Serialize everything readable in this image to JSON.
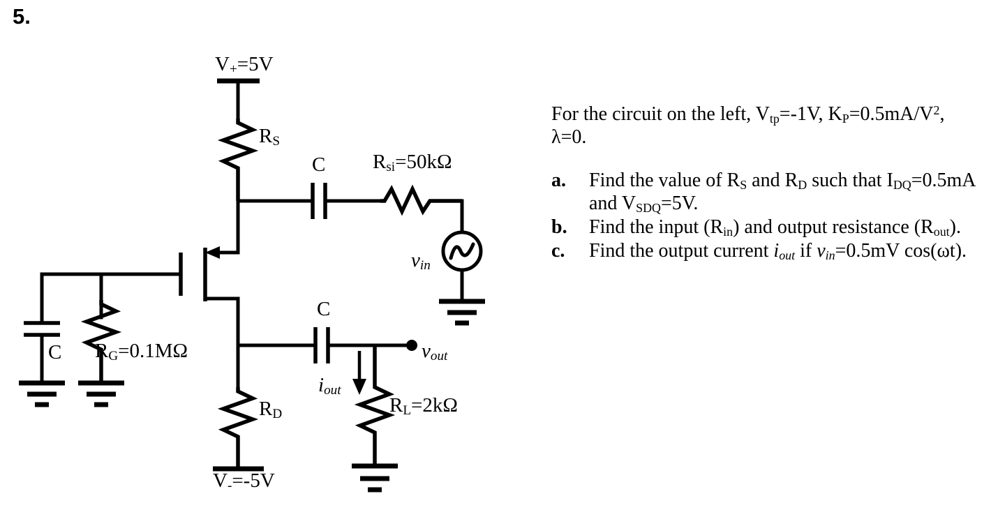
{
  "problem": {
    "number": "5."
  },
  "circuit": {
    "labels": {
      "vplus": "V+=5V",
      "vminus": "V-=-5V",
      "rs": "RS",
      "rd": "RD",
      "rg": "RG=0.1MΩ",
      "rsi": "Rsi=50kΩ",
      "rl": "RL=2kΩ",
      "cap_coupling_top": "C",
      "cap_coupling_out": "C",
      "cap_bypass_gate": "C",
      "vin": "vin",
      "vout": "vout",
      "iout": "iout"
    },
    "components": [
      {
        "name": "supply-rail-positive",
        "value": "V+=5V"
      },
      {
        "name": "supply-rail-negative",
        "value": "V-=-5V"
      },
      {
        "name": "resistor-rs",
        "value": "RS"
      },
      {
        "name": "resistor-rd",
        "value": "RD"
      },
      {
        "name": "resistor-rg",
        "value": "RG=0.1MΩ"
      },
      {
        "name": "resistor-rsi",
        "value": "Rsi=50kΩ"
      },
      {
        "name": "resistor-rl",
        "value": "RL=2kΩ"
      },
      {
        "name": "transistor-pmos",
        "value": ""
      },
      {
        "name": "ac-source-vin",
        "value": "vin"
      },
      {
        "name": "output-node-vout",
        "value": "vout"
      },
      {
        "name": "current-iout",
        "value": "iout"
      }
    ]
  },
  "text_panel": {
    "intro": {
      "prefix": "For the circuit on the left, V",
      "vtp_sub": "tp",
      "vtp_val": "=-1V,",
      "kp": "K",
      "kp_sub": "P",
      "kp_val": "=0.5mA/V",
      "kp_exp": "2",
      "lambda": ", λ=0."
    },
    "items": [
      {
        "marker": "a.",
        "parts": [
          {
            "t": "Find the value of R"
          },
          {
            "t": "S",
            "sub": true
          },
          {
            "t": " and R"
          },
          {
            "t": "D",
            "sub": true
          },
          {
            "t": " such that I"
          },
          {
            "t": "DQ",
            "sub": true
          },
          {
            "t": "=0.5mA and V"
          },
          {
            "t": "SDQ",
            "sub": true
          },
          {
            "t": "=5V."
          }
        ],
        "plain": "Find the value of RS and RD such that IDQ=0.5mA and VSDQ=5V."
      },
      {
        "marker": "b.",
        "parts": [
          {
            "t": "Find the input (R"
          },
          {
            "t": "in",
            "sub": true
          },
          {
            "t": ") and output resistance (R"
          },
          {
            "t": "out",
            "sub": true
          },
          {
            "t": ")."
          }
        ],
        "plain": "Find the input (Rin) and output resistance (Rout)."
      },
      {
        "marker": "c.",
        "parts": [
          {
            "t": "Find the output current "
          },
          {
            "t": "i",
            "ital": true
          },
          {
            "t": "out",
            "sub": true,
            "ital": true
          },
          {
            "t": " if "
          },
          {
            "t": "v",
            "ital": true
          },
          {
            "t": "in",
            "sub": true,
            "ital": true
          },
          {
            "t": "=0.5mV cos(ωt)."
          }
        ],
        "plain": "Find the output current iout if vin=0.5mV cos(ωt)."
      }
    ]
  },
  "colors": {
    "ink": "#000000",
    "page": "#ffffff"
  }
}
